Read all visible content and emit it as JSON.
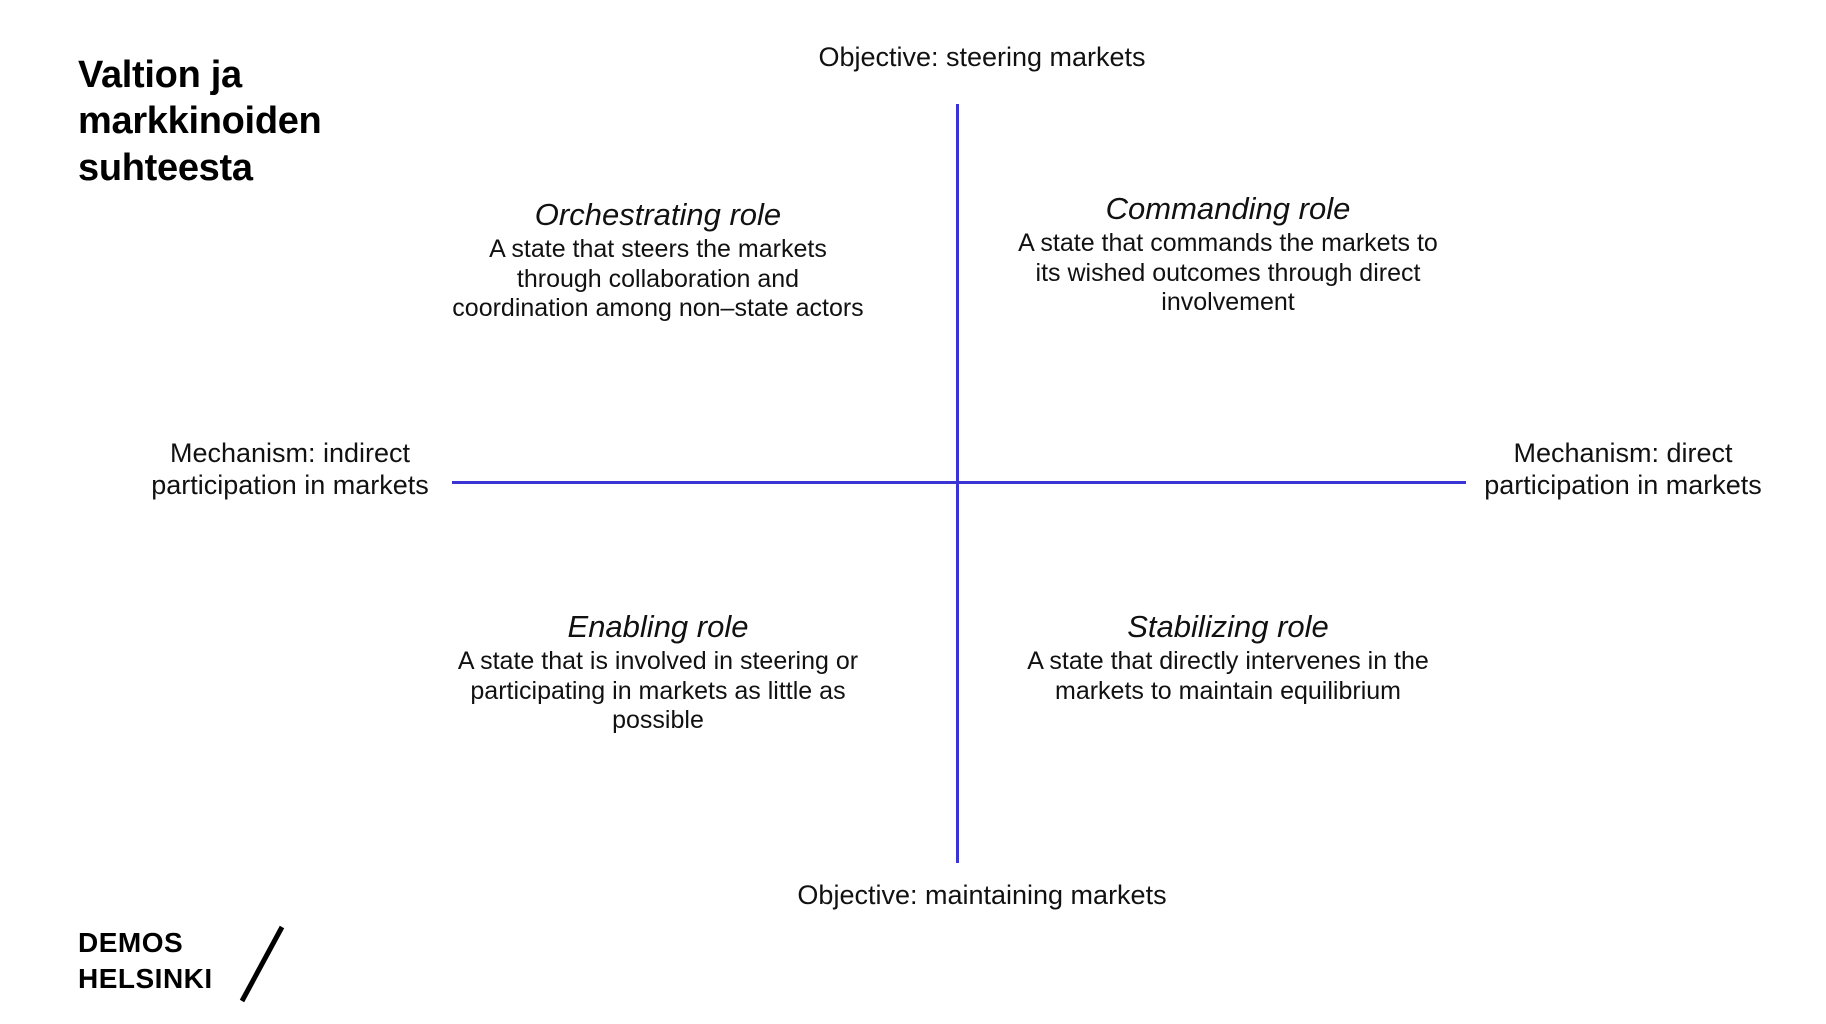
{
  "slide": {
    "title": "Valtion ja\nmarkkinoiden\nsuhteesta",
    "background_color": "#ffffff",
    "axis_color": "#3b34d4",
    "text_color": "#111111"
  },
  "axes": {
    "top_label": "Objective: steering markets",
    "bottom_label": "Objective: maintaining markets",
    "left_label": "Mechanism: indirect participation in markets",
    "right_label": "Mechanism: direct participation in markets"
  },
  "quadrants": [
    {
      "position": "top-left",
      "heading": "Orchestrating role",
      "description": "A state that steers the markets through collaboration and coordination among non–state actors"
    },
    {
      "position": "top-right",
      "heading": "Commanding role",
      "description": "A state that commands the markets to its wished outcomes through direct involvement"
    },
    {
      "position": "bottom-left",
      "heading": "Enabling role",
      "description": "A state that is involved in steering or participating in markets as little as possible"
    },
    {
      "position": "bottom-right",
      "heading": "Stabilizing role",
      "description": "A state that directly intervenes in the markets to maintain equilibrium"
    }
  ],
  "logo": {
    "text": "DEMOS\nHELSINKI",
    "mark": "diagonal-slash"
  }
}
